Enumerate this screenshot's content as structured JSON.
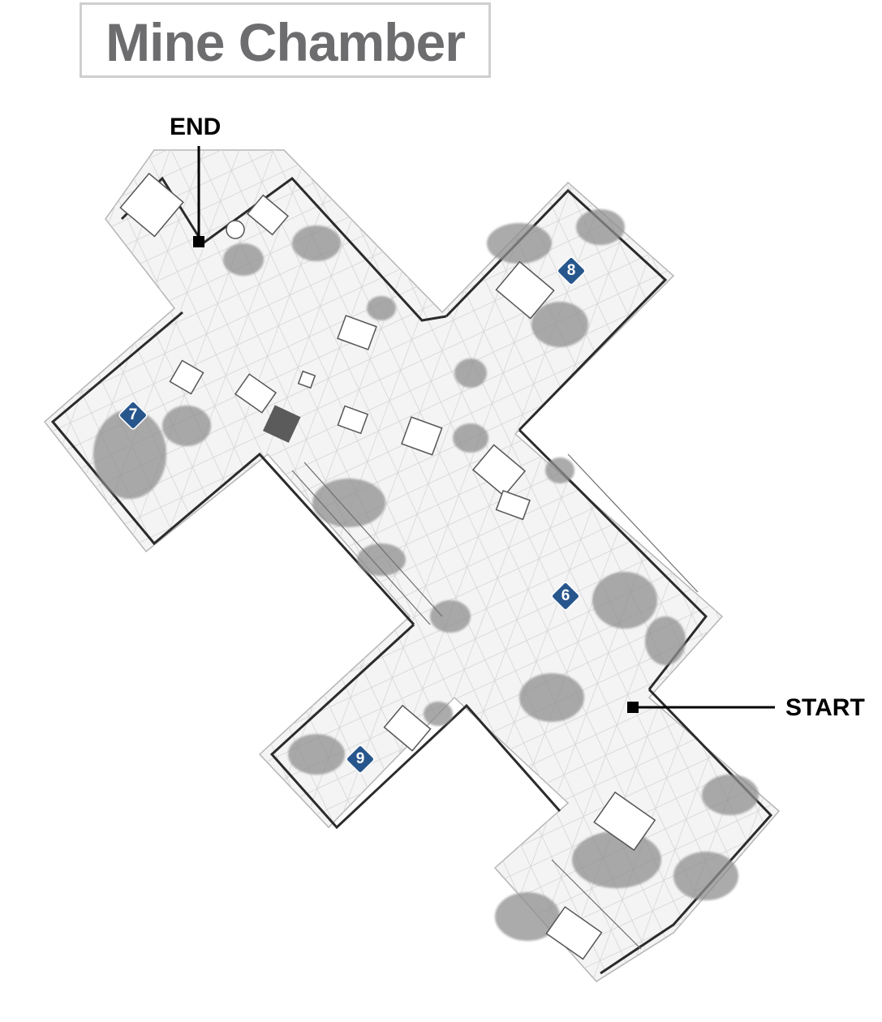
{
  "map": {
    "title": "Mine Chamber",
    "markers": {
      "end": "END",
      "start": "START"
    },
    "points_of_interest": [
      {
        "id": "poi-6",
        "label": "6"
      },
      {
        "id": "poi-7",
        "label": "7"
      },
      {
        "id": "poi-8",
        "label": "8"
      },
      {
        "id": "poi-9",
        "label": "9"
      }
    ],
    "colors": {
      "title_text": "#6d6d6f",
      "title_border": "#cfcfcf",
      "poi_fill": "#27568d",
      "marker": "#000000",
      "terrain": "#9a9a9a"
    }
  }
}
